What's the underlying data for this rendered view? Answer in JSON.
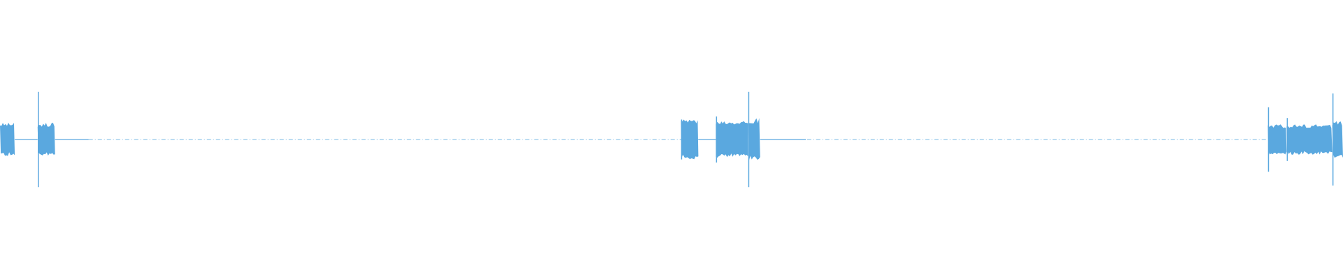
{
  "waveform": {
    "color": "#5aa8df",
    "duration_fraction_segments": [
      {
        "start": 0.0,
        "end": 0.011,
        "amplitude": 0.11,
        "spike": 0.0
      },
      {
        "start": 0.028,
        "end": 0.041,
        "amplitude": 0.11,
        "spike": 0.31
      },
      {
        "start": 0.507,
        "end": 0.52,
        "amplitude": 0.13,
        "spike": 0.13
      },
      {
        "start": 0.533,
        "end": 0.557,
        "amplitude": 0.12,
        "spike": 0.15
      },
      {
        "start": 0.557,
        "end": 0.566,
        "amplitude": 0.14,
        "spike": 0.31
      },
      {
        "start": 0.944,
        "end": 0.958,
        "amplitude": 0.1,
        "spike": 0.21
      },
      {
        "start": 0.958,
        "end": 0.992,
        "amplitude": 0.1,
        "spike": 0.14
      },
      {
        "start": 0.992,
        "end": 1.0,
        "amplitude": 0.12,
        "spike": 0.3
      }
    ],
    "baseline_start": 0.066,
    "baseline_end": 0.944
  }
}
